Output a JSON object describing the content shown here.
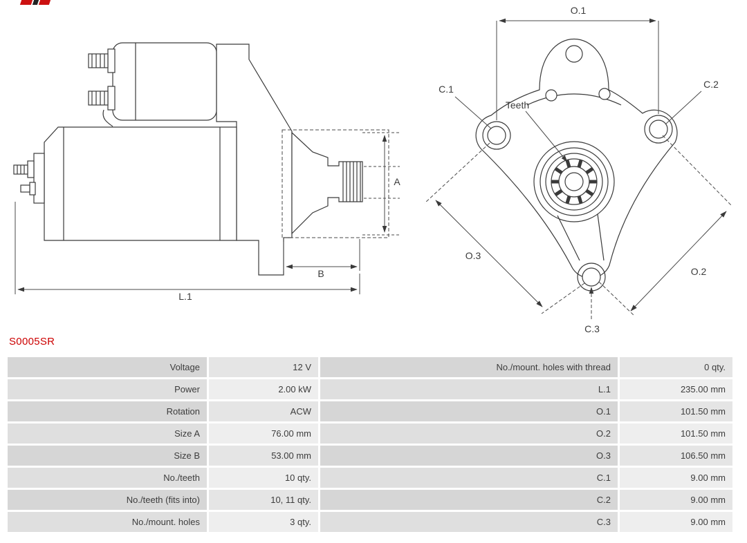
{
  "product_code": "S0005SR",
  "colors": {
    "product_code": "#cc0000",
    "line": "#3a3a3a",
    "row_label_bg": "#d6d6d6",
    "row_value_bg": "#e5e5e5"
  },
  "diagram": {
    "labels": {
      "a": "A",
      "b": "B",
      "l1": "L.1",
      "o1": "O.1",
      "o2": "O.2",
      "o3": "O.3",
      "c1": "C.1",
      "c2": "C.2",
      "c3": "C.3",
      "teeth": "Teeth"
    }
  },
  "specs": {
    "left": [
      {
        "label": "Voltage",
        "value": "12 V"
      },
      {
        "label": "Power",
        "value": "2.00 kW"
      },
      {
        "label": "Rotation",
        "value": "ACW"
      },
      {
        "label": "Size A",
        "value": "76.00 mm"
      },
      {
        "label": "Size B",
        "value": "53.00 mm"
      },
      {
        "label": "No./teeth",
        "value": "10 qty."
      },
      {
        "label": "No./teeth (fits into)",
        "value": "10, 11 qty."
      },
      {
        "label": "No./mount. holes",
        "value": "3 qty."
      }
    ],
    "right": [
      {
        "label": "No./mount. holes with thread",
        "value": "0 qty."
      },
      {
        "label": "L.1",
        "value": "235.00 mm"
      },
      {
        "label": "O.1",
        "value": "101.50 mm"
      },
      {
        "label": "O.2",
        "value": "101.50 mm"
      },
      {
        "label": "O.3",
        "value": "106.50 mm"
      },
      {
        "label": "C.1",
        "value": "9.00 mm"
      },
      {
        "label": "C.2",
        "value": "9.00 mm"
      },
      {
        "label": "C.3",
        "value": "9.00 mm"
      }
    ]
  }
}
